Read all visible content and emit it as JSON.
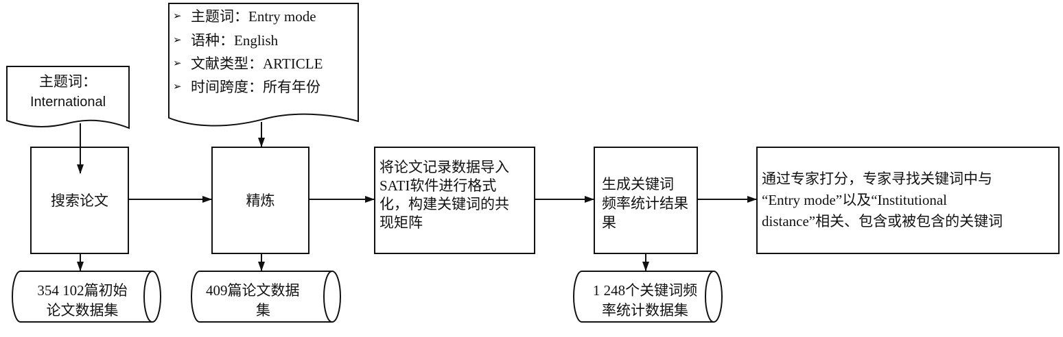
{
  "docs": {
    "left_doc": {
      "line1": "主题词：",
      "line2": "International"
    },
    "top_doc_items": [
      "主题词：Entry mode",
      "语种：English",
      "文献类型：ARTICLE",
      "时间跨度：所有年份"
    ]
  },
  "process": {
    "search": "搜索论文",
    "refine": "精炼",
    "import_lines": [
      "将论文记录数据导入",
      "SATI软件进行格式",
      "化，构建关键词的共",
      "现矩阵"
    ],
    "generate_lines": [
      "生成关键词",
      "频率统计结果",
      "果"
    ],
    "expert_lines": [
      "通过专家打分，专家寻找关键词中与",
      "“Entry mode”以及“Institutional",
      "distance”相关、包含或被包含的关键词"
    ]
  },
  "datasets": {
    "initial_lines": [
      "354 102篇初始",
      "论文数据集"
    ],
    "refined_lines": [
      "409篇论文数据",
      "集"
    ],
    "keywords_lines": [
      "1 248个关键词频",
      "率统计数据集"
    ]
  },
  "colors": {
    "stroke": "#111111",
    "background": "#ffffff"
  }
}
